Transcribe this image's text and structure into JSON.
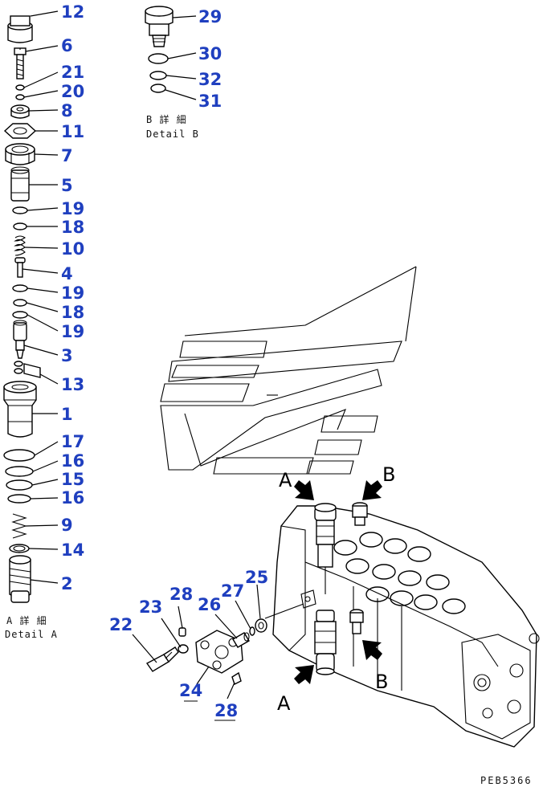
{
  "detail_a": {
    "caption_jp": "A 詳 細",
    "caption_en": "Detail A",
    "callouts": [
      "12",
      "6",
      "21",
      "20",
      "8",
      "11",
      "7",
      "5",
      "19",
      "18",
      "10",
      "4",
      "19",
      "18",
      "19",
      "3",
      "13",
      "1",
      "17",
      "16",
      "15",
      "16",
      "9",
      "14",
      "2"
    ]
  },
  "detail_b": {
    "caption_jp": "B 詳 細",
    "caption_en": "Detail B",
    "callouts": [
      "29",
      "30",
      "32",
      "31"
    ]
  },
  "assembly": {
    "callouts": [
      "22",
      "23",
      "28",
      "26",
      "27",
      "25",
      "24",
      "28"
    ],
    "view_letters": [
      "A",
      "B",
      "A",
      "B"
    ]
  },
  "drawing_code": "PEB5366",
  "colors": {
    "callout": "#1f3fbf",
    "line": "#000000"
  }
}
